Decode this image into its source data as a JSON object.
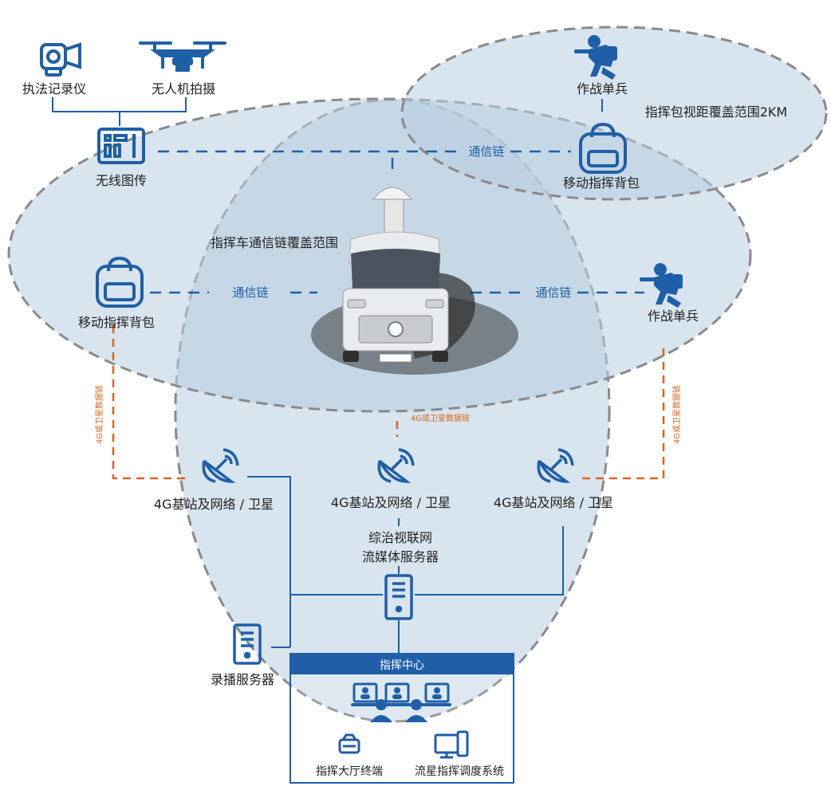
{
  "labels": {
    "law_recorder": "执法记录仪",
    "drone": "无人机拍摄",
    "wireless_tx": "无线图传",
    "backpack_top": "移动指挥背包",
    "backpack_left": "移动指挥背包",
    "soldier_top": "作战单兵",
    "soldier_right": "作战单兵",
    "backpack_range": "指挥包视距覆盖范围2KM",
    "vehicle_range": "指挥车通信链覆盖范围",
    "base_left": "4G基站及网络 / 卫星",
    "base_center": "4G基站及网络 / 卫星",
    "base_right": "4G基站及网络 / 卫星",
    "server_line1": "综治视联网",
    "server_line2": "流媒体服务器",
    "record_server": "录播服务器",
    "command_center": "指挥中心",
    "hall_terminal": "指挥大厅终端",
    "dispatch_system": "流星指挥调度系统"
  },
  "links": {
    "comm_top": "通信链",
    "comm_left": "通信链",
    "comm_right": "通信链",
    "data_left": "4G或卫星数据链",
    "data_center": "4G或卫星数据链",
    "data_right": "4G或卫星数据链"
  },
  "colors": {
    "primary": "#1f5fa8",
    "orange": "#d9651f",
    "zone_fill": "#b8cde0",
    "zone_stroke": "#8a8a8a"
  },
  "icons": [
    "camcorder-icon",
    "drone-icon",
    "transmitter-icon",
    "backpack-icon",
    "soldier-icon",
    "satellite-dish-icon",
    "server-icon",
    "workstation-icon",
    "terminal-icon",
    "monitor-icon",
    "vehicle-image"
  ]
}
